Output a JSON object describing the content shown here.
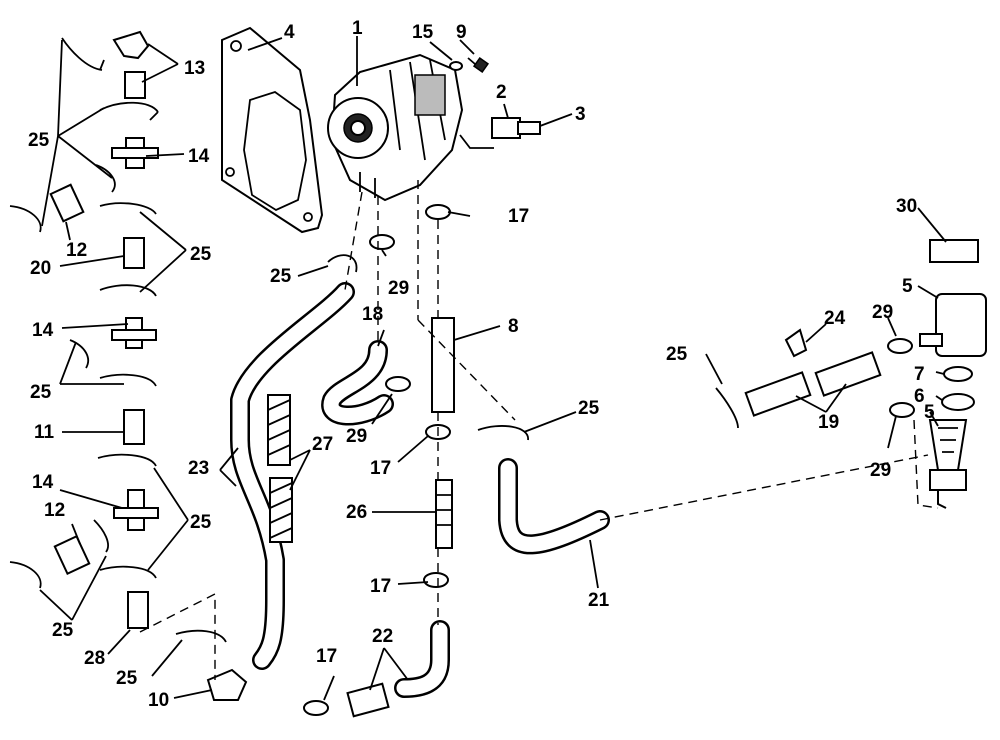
{
  "callouts": [
    {
      "id": "c1",
      "text": "1"
    },
    {
      "id": "c2",
      "text": "2"
    },
    {
      "id": "c3",
      "text": "3"
    },
    {
      "id": "c4",
      "text": "4"
    },
    {
      "id": "c5a",
      "text": "5"
    },
    {
      "id": "c5b",
      "text": "5"
    },
    {
      "id": "c6",
      "text": "6"
    },
    {
      "id": "c7",
      "text": "7"
    },
    {
      "id": "c8",
      "text": "8"
    },
    {
      "id": "c9",
      "text": "9"
    },
    {
      "id": "c10",
      "text": "10"
    },
    {
      "id": "c11",
      "text": "11"
    },
    {
      "id": "c12a",
      "text": "12"
    },
    {
      "id": "c12b",
      "text": "12"
    },
    {
      "id": "c13",
      "text": "13"
    },
    {
      "id": "c14a",
      "text": "14"
    },
    {
      "id": "c14b",
      "text": "14"
    },
    {
      "id": "c14c",
      "text": "14"
    },
    {
      "id": "c15",
      "text": "15"
    },
    {
      "id": "c17a",
      "text": "17"
    },
    {
      "id": "c17b",
      "text": "17"
    },
    {
      "id": "c17c",
      "text": "17"
    },
    {
      "id": "c17d",
      "text": "17"
    },
    {
      "id": "c18",
      "text": "18"
    },
    {
      "id": "c19",
      "text": "19"
    },
    {
      "id": "c20",
      "text": "20"
    },
    {
      "id": "c21",
      "text": "21"
    },
    {
      "id": "c22",
      "text": "22"
    },
    {
      "id": "c23",
      "text": "23"
    },
    {
      "id": "c24",
      "text": "24"
    },
    {
      "id": "c25a",
      "text": "25"
    },
    {
      "id": "c25b",
      "text": "25"
    },
    {
      "id": "c25c",
      "text": "25"
    },
    {
      "id": "c25d",
      "text": "25"
    },
    {
      "id": "c25e",
      "text": "25"
    },
    {
      "id": "c25f",
      "text": "25"
    },
    {
      "id": "c25g",
      "text": "25"
    },
    {
      "id": "c25h",
      "text": "25"
    },
    {
      "id": "c25i",
      "text": "25"
    },
    {
      "id": "c26",
      "text": "26"
    },
    {
      "id": "c27",
      "text": "27"
    },
    {
      "id": "c28",
      "text": "28"
    },
    {
      "id": "c29a",
      "text": "29"
    },
    {
      "id": "c29b",
      "text": "29"
    },
    {
      "id": "c29c",
      "text": "29"
    },
    {
      "id": "c29d",
      "text": "29"
    },
    {
      "id": "c30",
      "text": "30"
    }
  ]
}
